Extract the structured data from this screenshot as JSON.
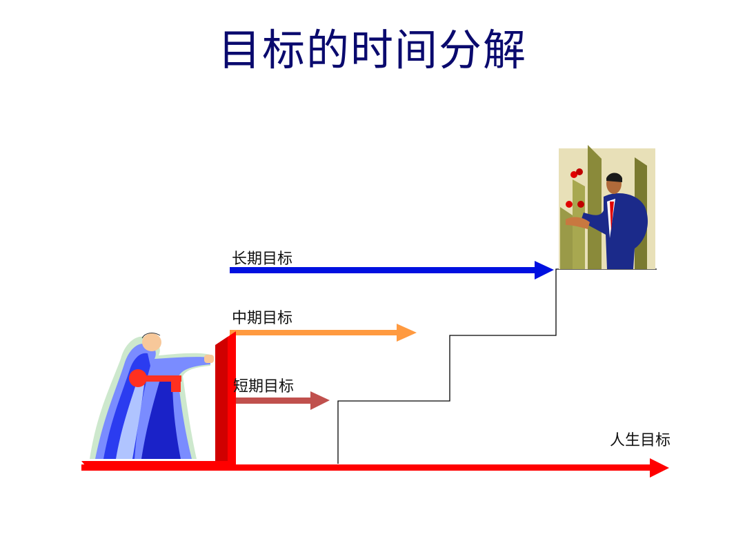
{
  "slide": {
    "title": "目标的时间分解"
  },
  "diagram": {
    "goals": [
      {
        "name": "long-term",
        "label": "长期目标",
        "color": "#0010e0"
      },
      {
        "name": "mid-term",
        "label": "中期目标",
        "color": "#ff9a40"
      },
      {
        "name": "short-term",
        "label": "短期目标",
        "color": "#c0504d"
      }
    ],
    "life_goal": {
      "label": "人生目标",
      "color": "#ff0000"
    }
  }
}
